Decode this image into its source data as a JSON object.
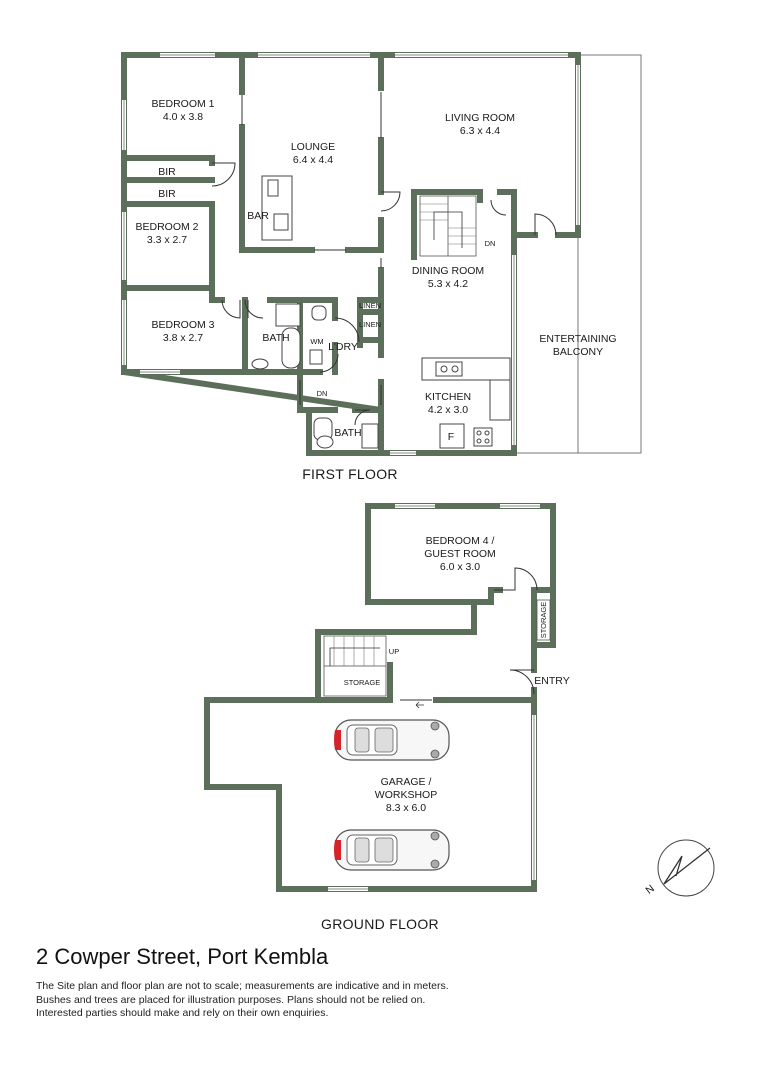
{
  "first_floor": {
    "heading": "FIRST FLOOR",
    "rooms": {
      "bedroom1": {
        "name": "BEDROOM 1",
        "size": "4.0 x 3.8"
      },
      "bedroom2": {
        "name": "BEDROOM 2",
        "size": "3.3 x 2.7"
      },
      "bedroom3": {
        "name": "BEDROOM 3",
        "size": "3.8 x 2.7"
      },
      "lounge": {
        "name": "LOUNGE",
        "size": "6.4 x 4.4"
      },
      "living": {
        "name": "LIVING ROOM",
        "size": "6.3 x 4.4"
      },
      "dining": {
        "name": "DINING ROOM",
        "size": "5.3 x 4.2"
      },
      "kitchen": {
        "name": "KITCHEN",
        "size": "4.2 x 3.0"
      },
      "balcony": {
        "line1": "ENTERTAINING",
        "line2": "BALCONY"
      }
    },
    "labels": {
      "bir": "BIR",
      "bar": "BAR",
      "bath": "BATH",
      "laundry": "L'DRY",
      "linen": "LINEN",
      "wm": "WM",
      "dn": "DN",
      "fridge": "F"
    }
  },
  "ground_floor": {
    "heading": "GROUND FLOOR",
    "rooms": {
      "bedroom4": {
        "line1": "BEDROOM 4 /",
        "line2": "GUEST ROOM",
        "size": "6.0 x 3.0"
      },
      "garage": {
        "line1": "GARAGE /",
        "line2": "WORKSHOP",
        "size": "8.3 x 6.0"
      }
    },
    "labels": {
      "storage": "STORAGE",
      "up": "UP",
      "entry": "ENTRY"
    }
  },
  "compass": {
    "letter": "N"
  },
  "address": "2 Cowper Street, Port Kembla",
  "disclaimer": [
    "The Site plan and floor plan are not to scale; measurements are indicative and in meters.",
    "Bushes and trees are placed for illustration purposes. Plans should not be relied on.",
    "Interested parties should make and rely on their own enquiries."
  ],
  "colors": {
    "wall": "#5b6f5a",
    "car_accent": "#d6232a"
  }
}
